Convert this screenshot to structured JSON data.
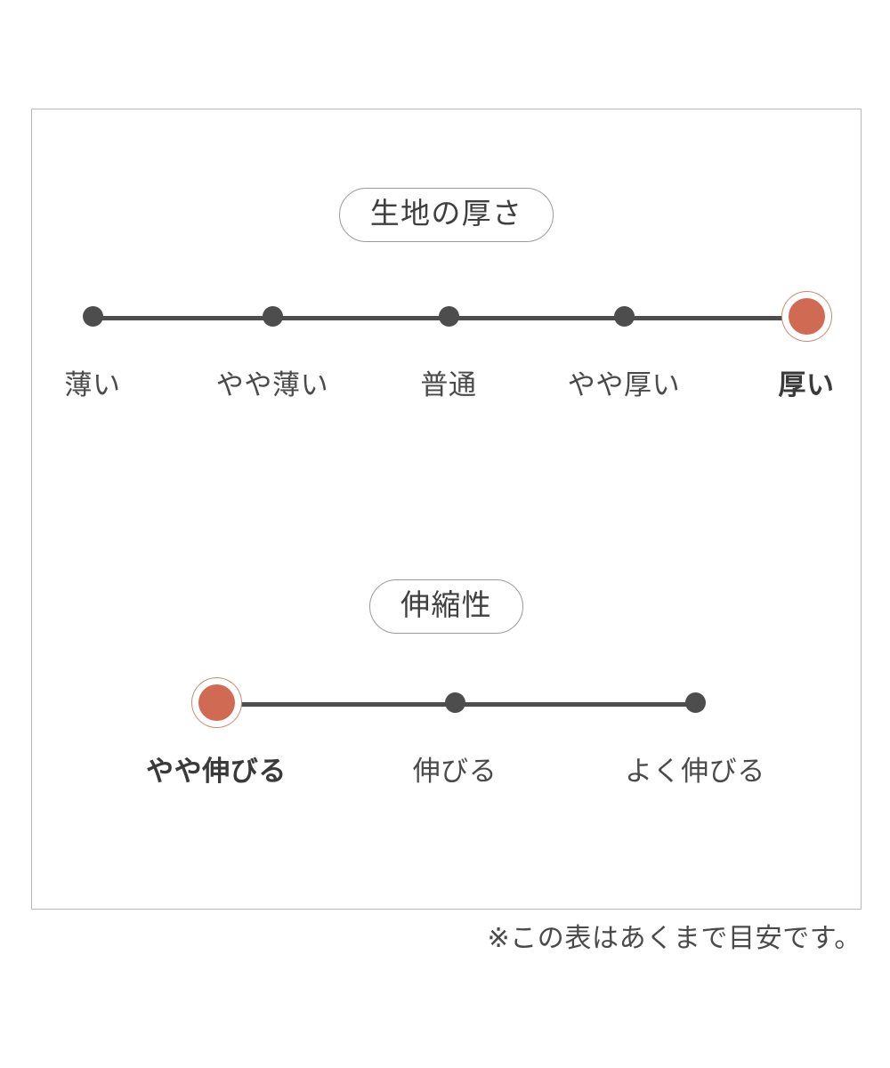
{
  "panel": {
    "border_color": "#b8b8b8",
    "background": "#ffffff"
  },
  "colors": {
    "accent": "#d06a52",
    "accent_ring": "#c98a78",
    "track": "#4d4d4d",
    "dot": "#4d4d4d",
    "text": "#4a4a4a",
    "pill_border": "#9a9a9a"
  },
  "sections": [
    {
      "title": "生地の厚さ",
      "labels": [
        "薄い",
        "やや薄い",
        "普通",
        "やや厚い",
        "厚い"
      ],
      "selected_index": 4,
      "selected_label": "厚い"
    },
    {
      "title": "伸縮性",
      "labels": [
        "やや伸びる",
        "伸びる",
        "よく伸びる"
      ],
      "selected_index": 0,
      "selected_label": "やや伸びる"
    }
  ],
  "footnote": "※この表はあくまで目安です。",
  "chart_data": {
    "type": "scatter",
    "title": "",
    "charts": [
      {
        "type": "scatter",
        "title": "生地の厚さ",
        "categories": [
          "薄い",
          "やや薄い",
          "普通",
          "やや厚い",
          "厚い"
        ],
        "values": [
          0,
          1,
          2,
          3,
          4
        ],
        "selected_index": 4,
        "selected_category": "厚い",
        "xlabel": "",
        "ylabel": "",
        "xlim": [
          0,
          4
        ],
        "grid": false,
        "legend": "none",
        "marker_x_px": [
          103,
          305,
          503,
          700,
          905
        ],
        "marker_y_px": 379
      },
      {
        "type": "scatter",
        "title": "伸縮性",
        "categories": [
          "やや伸びる",
          "伸びる",
          "よく伸びる"
        ],
        "values": [
          0,
          1,
          2
        ],
        "selected_index": 0,
        "selected_category": "やや伸びる",
        "xlabel": "",
        "ylabel": "",
        "xlim": [
          0,
          2
        ],
        "grid": false,
        "legend": "none",
        "marker_x_px": [
          242,
          510,
          780
        ],
        "marker_y_px": 813
      }
    ],
    "annotations": [
      "※この表はあくまで目安です。"
    ]
  }
}
